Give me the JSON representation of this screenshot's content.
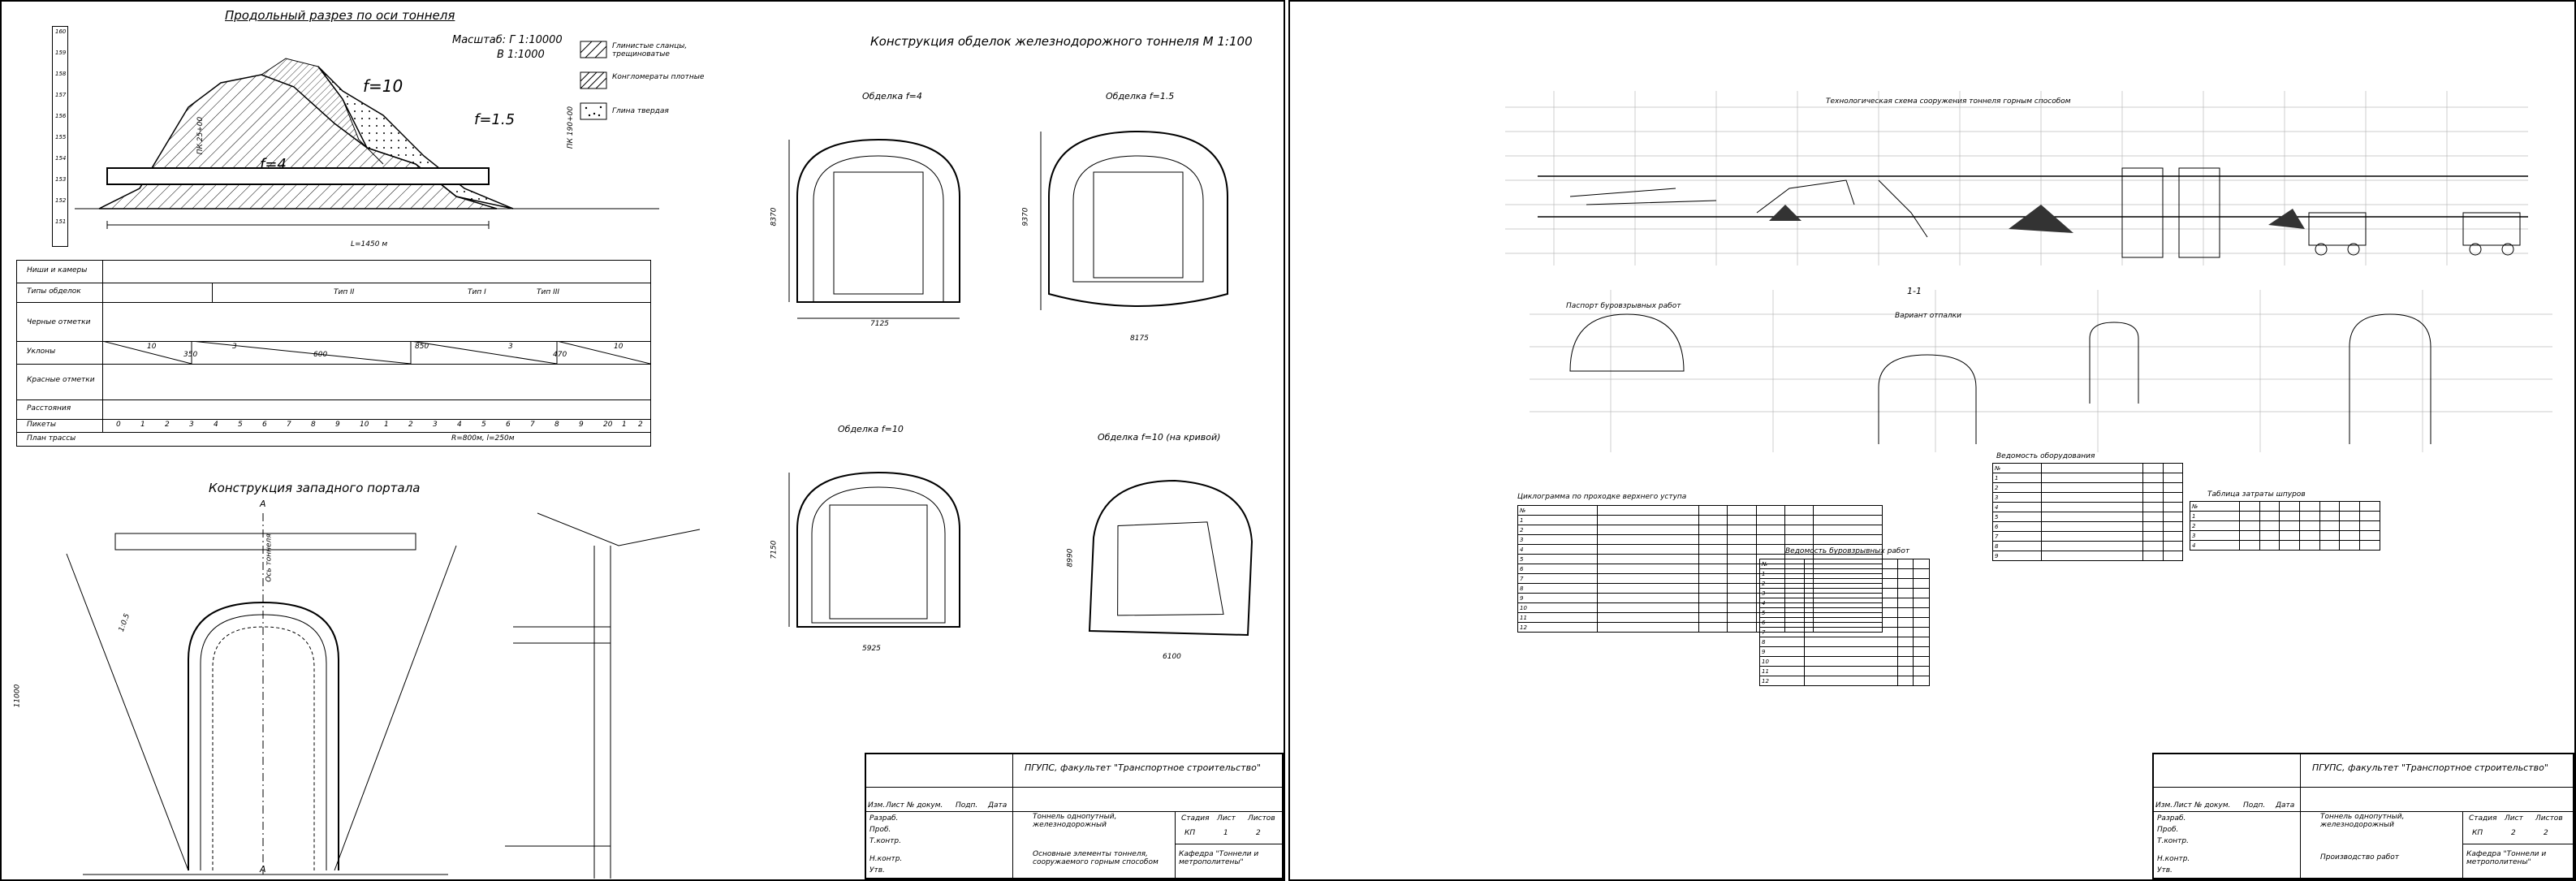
{
  "sheet1": {
    "profile_title": "Продольный разрез по оси тоннеля",
    "scale_title": "Масштаб: Г 1:10000",
    "scale_vertical": "В 1:1000",
    "legend": [
      {
        "label": "Глинистые сланцы, трещиноватые"
      },
      {
        "label": "Конгломераты плотные"
      },
      {
        "label": "Глина твердая"
      }
    ],
    "zone_labels": [
      "f=4",
      "f=10",
      "f=1.5"
    ],
    "pk_left": "ПК 25+00",
    "pk_right": "ПК 190+00",
    "length_label": "L=1450 м",
    "elevation_ticks": [
      "160",
      "159",
      "158",
      "157",
      "156",
      "155",
      "154",
      "153",
      "152",
      "151"
    ],
    "profile_rows": [
      {
        "label": "Ниши и камеры"
      },
      {
        "label": "Типы обделок"
      },
      {
        "label": "Черные отметки"
      },
      {
        "label": "Уклоны"
      },
      {
        "label": "Красные отметки"
      },
      {
        "label": "Расстояния"
      },
      {
        "label": "Пикеты"
      },
      {
        "label": "План трассы"
      }
    ],
    "lining_types": [
      "Тип II",
      "Тип I",
      "Тип III"
    ],
    "slopes": [
      "10",
      "350",
      "3",
      "600",
      "850",
      "3",
      "470",
      "10"
    ],
    "pickets": [
      "0",
      "1",
      "2",
      "3",
      "4",
      "5",
      "6",
      "7",
      "8",
      "9",
      "10",
      "1",
      "2",
      "3",
      "4",
      "5",
      "6",
      "7",
      "8",
      "9",
      "20",
      "1",
      "2"
    ],
    "curve_label": "R=800м, l=250м",
    "lining_title": "Конструкция обделок железнодорожного тоннеля М 1:100",
    "linings": [
      {
        "title": "Обделка f=4",
        "width": "7125",
        "height": "8370"
      },
      {
        "title": "Обделка f=1.5",
        "width": "8175",
        "height": "9370"
      },
      {
        "title": "Обделка f=10",
        "width": "5925",
        "height": "7150"
      },
      {
        "title": "Обделка f=10 (на кривой)",
        "width": "6100",
        "height": "8990"
      }
    ],
    "portal_title": "Конструкция западного портала",
    "portal_axis": "Ось тоннеля",
    "portal_height": "11000",
    "portal_slope": "1:0.5",
    "section_mark": "А",
    "stamp": {
      "org": "ПГУПС, факультет \"Транспортное строительство\"",
      "project": "Тоннель одноп­утный, железнодорожный",
      "sheet_title": "Основные элементы тоннеля, сооружаемого горным способом",
      "dept": "Кафедра \"Тоннели и метрополитены\"",
      "stage": "КП",
      "sheet": "1",
      "sheets": "2",
      "cols": [
        "Изм.",
        "Лист",
        "№ докум.",
        "Подп.",
        "Дата"
      ],
      "rows": [
        "Разраб.",
        "Проб.",
        "Т.контр.",
        "Н.контр.",
        "Утв."
      ],
      "head": [
        "Стадия",
        "Лист",
        "Листов"
      ]
    }
  },
  "sheet2": {
    "main_title": "Технологическая схема сооружения тоннеля горным способом",
    "drill_title": "Паспорт буровзрывных работ",
    "section_title": "1-1",
    "small_section": "Вариант отпалки",
    "work_table_title": "Циклограмма по проходке верхнего уступа",
    "equipment_title": "Ведомость оборудования",
    "blast_table_title": "Ведомость буровзрывных работ",
    "wave_table_title": "Таблица затраты шпуров",
    "stamp": {
      "org": "ПГУПС, факультет \"Транспортное строительство\"",
      "project": "Тоннель одноп­утный, железнодорожный",
      "sheet_title": "Производство работ",
      "dept": "Кафедра \"Тоннели и метрополитены\"",
      "stage": "КП",
      "sheet": "2",
      "sheets": "2",
      "cols": [
        "Изм.",
        "Лист",
        "№ докум.",
        "Подп.",
        "Дата"
      ],
      "rows": [
        "Разраб.",
        "Проб.",
        "Т.контр.",
        "Н.контр.",
        "Утв."
      ],
      "head": [
        "Стадия",
        "Лист",
        "Листов"
      ]
    }
  }
}
